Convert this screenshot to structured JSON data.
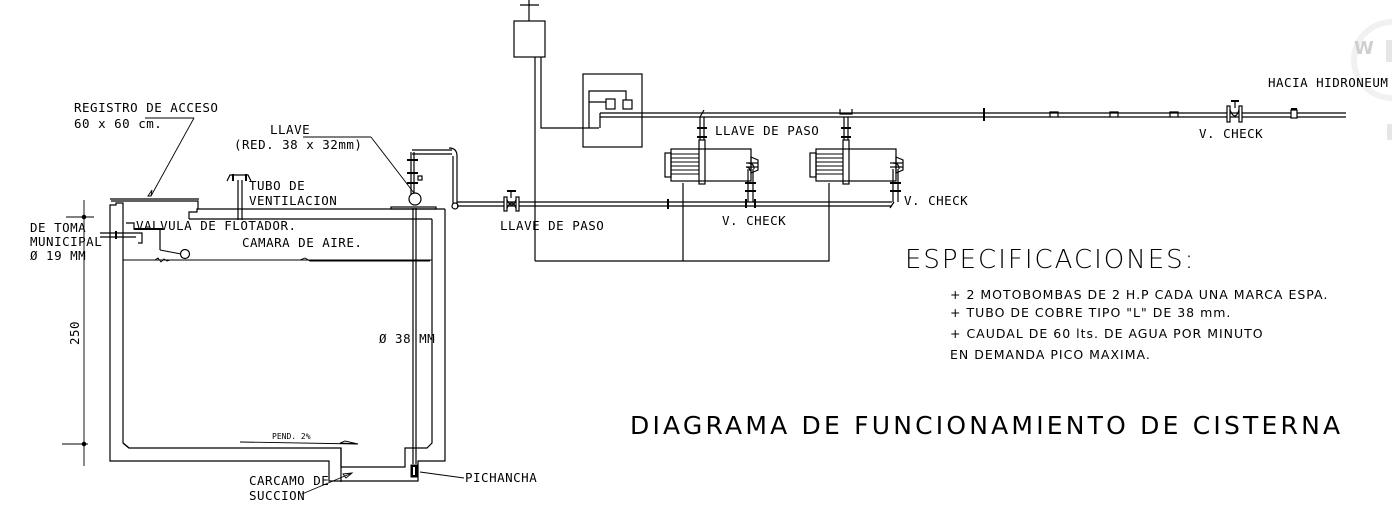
{
  "diagram": {
    "title": "DIAGRAMA DE FUNCIONAMIENTO DE CISTERNA",
    "watermark": "W",
    "labels": {
      "registro_line1": "REGISTRO DE ACCESO",
      "registro_line2": "60 x 60 cm.",
      "llave_line1": "LLAVE",
      "llave_line2": "(RED. 38 x 32mm)",
      "tubo_line1": "TUBO DE",
      "tubo_line2": "VENTILACION",
      "toma_line1": "DE TOMA",
      "toma_line2": "MUNICIPAL",
      "toma_line3": "Ø 19 MM",
      "valvula": "VALVULA DE FLOTADOR.",
      "camara": "CAMARA DE AIRE.",
      "dimension_height": "250",
      "diametro_tubo": "Ø 38 MM",
      "pendiente": "PEND. 2%",
      "carcamo_line1": "CARCAMO DE",
      "carcamo_line2": "SUCCION",
      "pichancha": "PICHANCHA",
      "llave_paso_bottom": "LLAVE DE PASO",
      "llave_paso_top": "LLAVE DE PASO",
      "v_check_bottom": "V. CHECK",
      "v_check_right": "V. CHECK",
      "v_check_top": "V. CHECK",
      "hacia": "HACIA HIDRONEUM"
    },
    "specifications": {
      "heading": "ESPECIFICACIONES:",
      "items": [
        "+ 2 MOTOBOMBAS DE 2 H.P CADA UNA MARCA ESPA.",
        "+ TUBO DE COBRE TIPO \"L\" DE 38 mm.",
        "+ CAUDAL DE 60 lts. DE AGUA POR MINUTO",
        "EN DEMANDA PICO MAXIMA."
      ]
    }
  }
}
